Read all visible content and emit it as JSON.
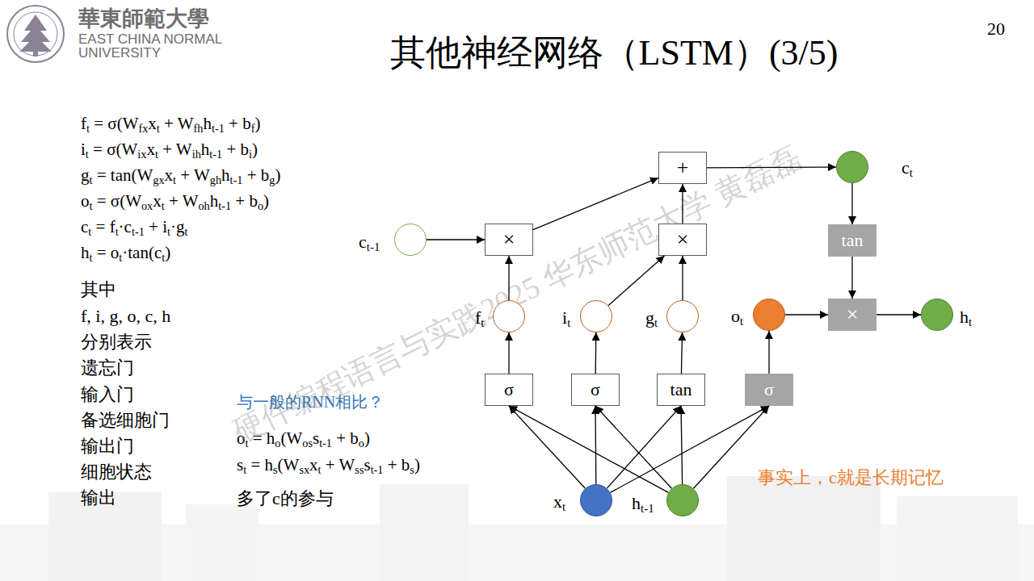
{
  "diagram": {
    "title": "其他神经网络（LSTM）(3/5)",
    "nodes": [
      {
        "text": [
          "+"
        ]
      },
      {
        "text": [
          "ct"
        ]
      },
      {
        "text": [
          "ct-1"
        ]
      },
      {
        "text": [
          "×"
        ]
      },
      {
        "text": [
          "×"
        ]
      },
      {
        "text": [
          "tan"
        ]
      },
      {
        "text": [
          "ft"
        ]
      },
      {
        "text": [
          "it"
        ]
      },
      {
        "text": [
          "gt"
        ]
      },
      {
        "text": [
          "ot"
        ]
      },
      {
        "text": [
          "×"
        ]
      },
      {
        "text": [
          "ht"
        ]
      },
      {
        "text": [
          "σ"
        ]
      },
      {
        "text": [
          "σ"
        ]
      },
      {
        "text": [
          "tan"
        ]
      },
      {
        "text": [
          "σ"
        ]
      },
      {
        "text": [
          "xt"
        ]
      },
      {
        "text": [
          "ht-1"
        ]
      }
    ],
    "edges": [
      {
        "from": 2,
        "to": 3,
        "arrow": "to"
      },
      {
        "from": 3,
        "to": 0,
        "arrow": "to"
      },
      {
        "from": 4,
        "to": 0,
        "arrow": "to"
      },
      {
        "from": 0,
        "to": 1,
        "arrow": "to"
      },
      {
        "from": 1,
        "to": 5,
        "arrow": "to"
      },
      {
        "from": 5,
        "to": 10,
        "arrow": "to"
      },
      {
        "from": 6,
        "to": 3,
        "arrow": "to"
      },
      {
        "from": 7,
        "to": 4,
        "arrow": "to"
      },
      {
        "from": 8,
        "to": 4,
        "arrow": "to"
      },
      {
        "from": 9,
        "to": 10,
        "arrow": "to"
      },
      {
        "from": 10,
        "to": 11,
        "arrow": "to"
      },
      {
        "from": 12,
        "to": 6,
        "arrow": "to"
      },
      {
        "from": 13,
        "to": 7,
        "arrow": "to"
      },
      {
        "from": 14,
        "to": 8,
        "arrow": "to"
      },
      {
        "from": 15,
        "to": 9,
        "arrow": "to"
      },
      {
        "from": 16,
        "to": 12,
        "arrow": "to"
      },
      {
        "from": 16,
        "to": 13,
        "arrow": "to"
      },
      {
        "from": 16,
        "to": 14,
        "arrow": "to"
      },
      {
        "from": 16,
        "to": 15,
        "arrow": "to"
      },
      {
        "from": 17,
        "to": 12,
        "arrow": "to"
      },
      {
        "from": 17,
        "to": 13,
        "arrow": "to"
      },
      {
        "from": 17,
        "to": 14,
        "arrow": "to"
      },
      {
        "from": 17,
        "to": 15,
        "arrow": "to"
      }
    ],
    "labels": [
      "華東師範大學",
      "EAST CHINA NORMAL",
      "UNIVERSITY",
      "20",
      "ft = σ(Wfxxt + Wfhht-1 + bf)",
      "it = σ(Wixxt + Wihht-1 + bi)",
      "gt = tan(Wgxxt + Wghht-1 + bg)",
      "ot = σ(Woxxt + Wohht-1 + bo)",
      "ct = ft·ct-1 + it·gt",
      "ht = ot·tan(ct)",
      "其中",
      "f, i, g, o, c, h",
      "分别表示",
      "遗忘门",
      "输入门",
      "备选细胞门",
      "输出门",
      "细胞状态",
      "输出",
      "与一般的RNN相比？",
      "ot = ho(Wosst-1 + bo)",
      "st = hs(Wsxxt + Wssst-1 + bs)",
      "多了c的参与",
      "事实上，c就是长期记忆",
      "硬件编程语言与实践2025 华东师范大学 黄磊磊"
    ]
  }
}
